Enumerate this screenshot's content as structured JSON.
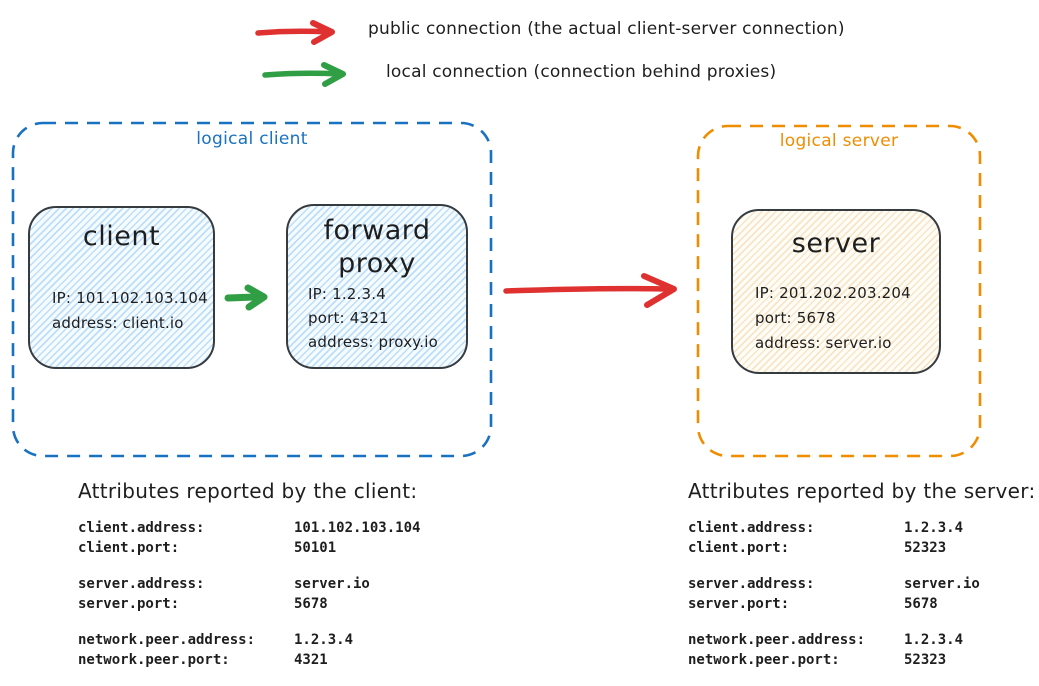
{
  "legend": {
    "public": {
      "label": "public connection (the actual client-server connection)",
      "color": "#e03131"
    },
    "local": {
      "label": "local connection (connection behind proxies)",
      "color": "#2f9e44"
    }
  },
  "diagram": {
    "logical_client": {
      "label": "logical client",
      "color": "#1971c2",
      "client_node": {
        "title": "client",
        "info": "IP: 101.102.103.104\naddress: client.io"
      },
      "proxy_node": {
        "title": "forward proxy",
        "info": "IP: 1.2.3.4\nport: 4321\naddress: proxy.io"
      }
    },
    "logical_server": {
      "label": "logical server",
      "color": "#f08c00",
      "server_node": {
        "title": "server",
        "info": "IP: 201.202.203.204\nport: 5678\naddress: server.io"
      }
    }
  },
  "attributes": {
    "client": {
      "heading": "Attributes reported by the client:",
      "groups": [
        [
          {
            "key": "client.address:",
            "value": "101.102.103.104"
          },
          {
            "key": "client.port:",
            "value": "50101"
          }
        ],
        [
          {
            "key": "server.address:",
            "value": "server.io"
          },
          {
            "key": "server.port:",
            "value": "5678"
          }
        ],
        [
          {
            "key": "network.peer.address:",
            "value": "1.2.3.4"
          },
          {
            "key": "network.peer.port:",
            "value": "4321"
          }
        ]
      ]
    },
    "server": {
      "heading": "Attributes reported by the server:",
      "groups": [
        [
          {
            "key": "client.address:",
            "value": "1.2.3.4"
          },
          {
            "key": "client.port:",
            "value": "52323"
          }
        ],
        [
          {
            "key": "server.address:",
            "value": "server.io"
          },
          {
            "key": "server.port:",
            "value": "5678"
          }
        ],
        [
          {
            "key": "network.peer.address:",
            "value": "1.2.3.4"
          },
          {
            "key": "network.peer.port:",
            "value": "52323"
          }
        ]
      ]
    }
  }
}
